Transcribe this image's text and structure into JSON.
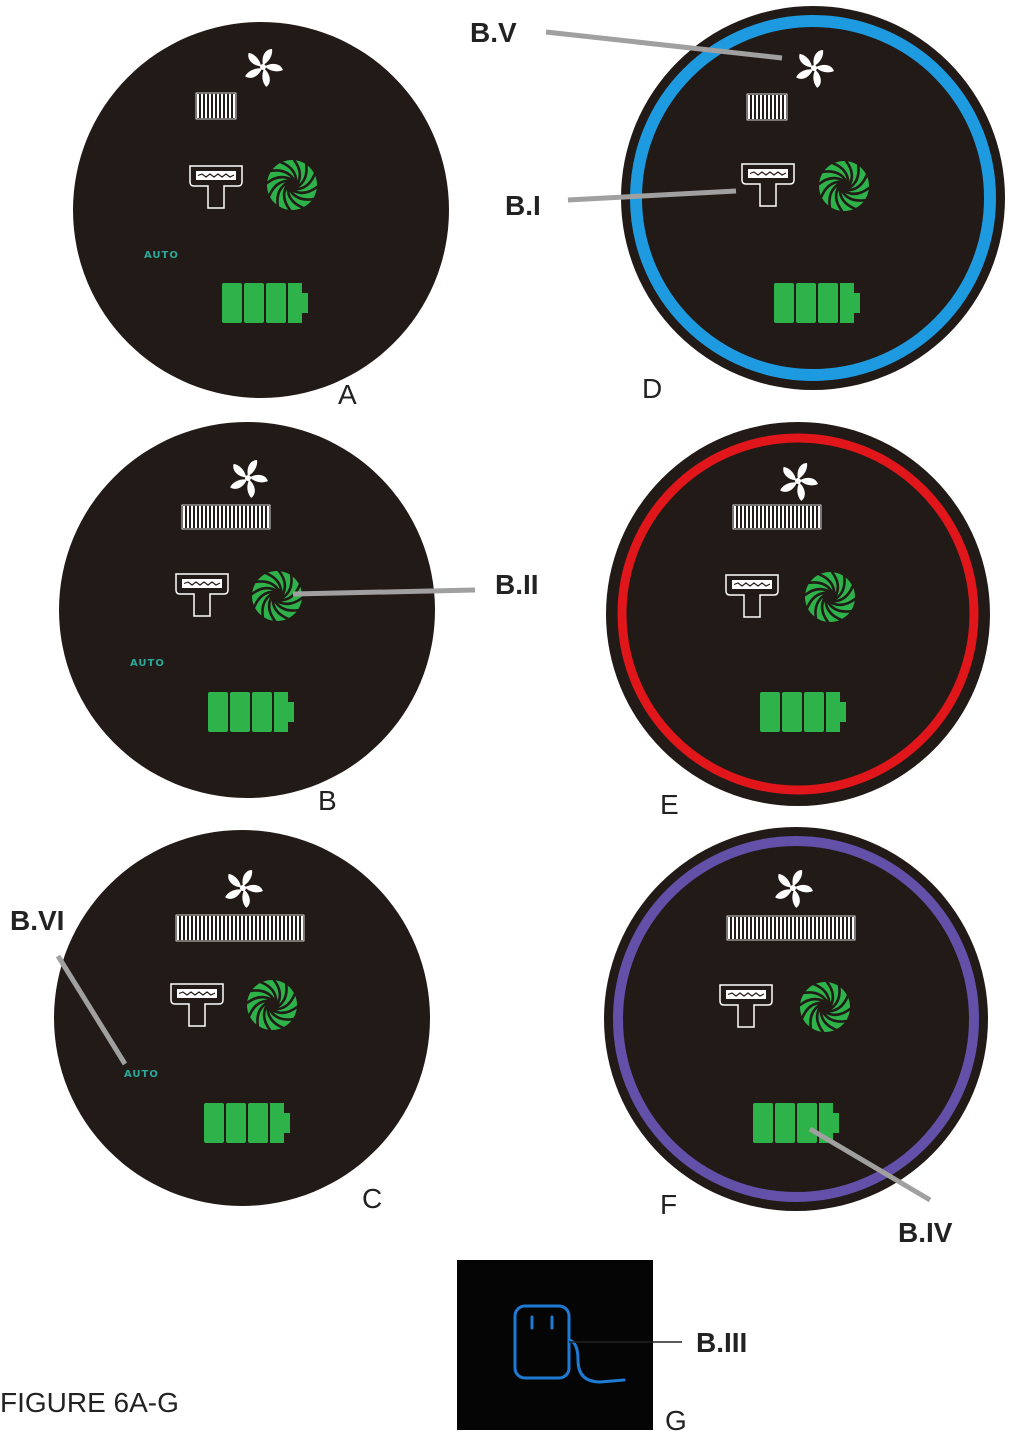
{
  "figure_caption": "FIGURE 6A-G",
  "colors": {
    "display_bg": "#221a17",
    "white": "#ffffff",
    "green": "#2db34a",
    "auto_text": "#2aa89a",
    "ring_blue": "#1e9be0",
    "ring_red": "#e0161b",
    "ring_purple": "#6350a8",
    "plug_glow": "#1e7bd4",
    "leader": "#a0a0a0"
  },
  "icons": {
    "fan": "fan-icon",
    "level_bar": "suction-level-bar-icon",
    "brush_head": "brush-head-icon",
    "green_fan": "turbine-icon",
    "battery": "battery-icon",
    "plug": "plug-icon"
  },
  "auto_text": "AUTO",
  "panels": {
    "A": {
      "label": "A",
      "level_bars": 10,
      "auto_visible": true,
      "ring": "none"
    },
    "B": {
      "label": "B",
      "level_bars": 22,
      "auto_visible": true,
      "ring": "none"
    },
    "C": {
      "label": "C",
      "level_bars": 32,
      "auto_visible": true,
      "ring": "none"
    },
    "D": {
      "label": "D",
      "level_bars": 10,
      "auto_visible": false,
      "ring": "blue"
    },
    "E": {
      "label": "E",
      "level_bars": 22,
      "auto_visible": false,
      "ring": "red"
    },
    "F": {
      "label": "F",
      "level_bars": 32,
      "auto_visible": false,
      "ring": "purple"
    },
    "G": {
      "label": "G"
    }
  },
  "callouts": {
    "b_i": "B.I",
    "b_ii": "B.II",
    "b_iii": "B.III",
    "b_iv": "B.IV",
    "b_v": "B.V",
    "b_vi": "B.VI"
  }
}
